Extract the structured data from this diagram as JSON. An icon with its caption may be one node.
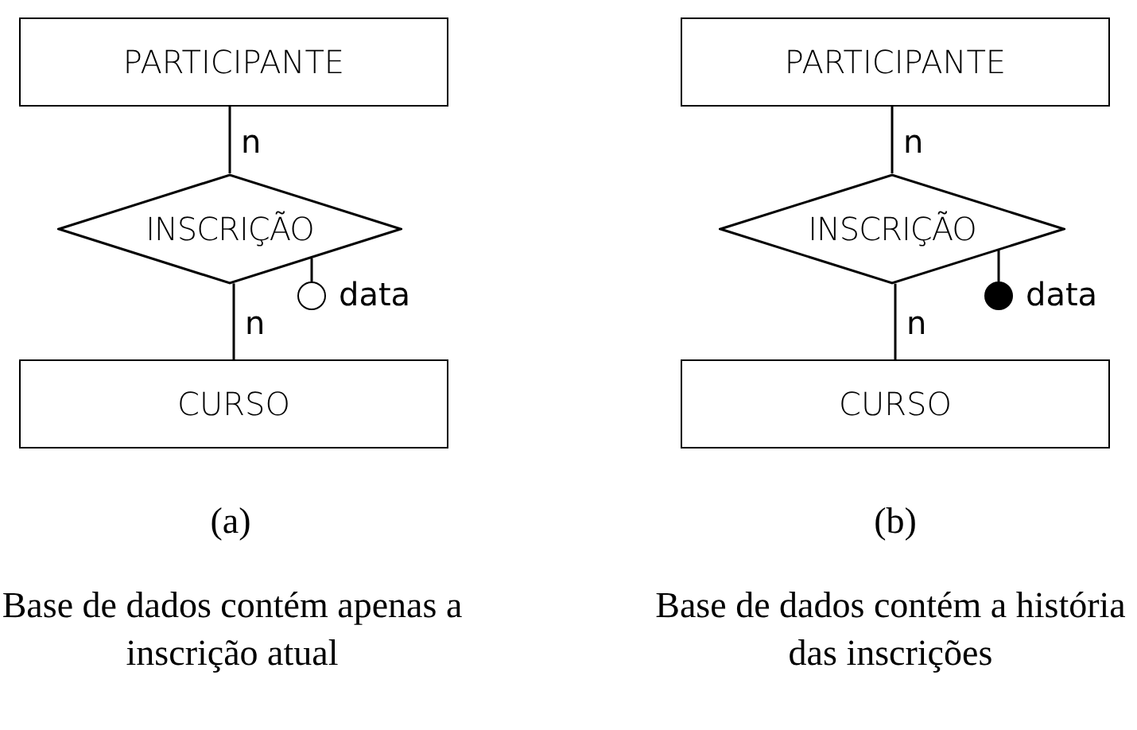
{
  "diagram": {
    "nodes": [
      {
        "text": [
          "PARTICIPANTE"
        ]
      },
      {
        "text": [
          "INSCRIÇÃO"
        ]
      },
      {
        "text": [
          "CURSO"
        ]
      },
      {
        "text": [],
        "shape": "circle",
        "beside": [
          "data"
        ]
      },
      {
        "text": [
          "PARTICIPANTE"
        ]
      },
      {
        "text": [
          "INSCRIÇÃO"
        ]
      },
      {
        "text": [
          "CURSO"
        ]
      },
      {
        "text": [],
        "shape": "dot",
        "beside": [
          "data"
        ]
      }
    ],
    "edges": [
      {
        "from": 0,
        "to": 1,
        "arrow": "none",
        "label": "n"
      },
      {
        "from": 1,
        "to": 2,
        "arrow": "none",
        "label": "n"
      },
      {
        "from": 1,
        "to": 3,
        "arrow": "none"
      },
      {
        "from": 4,
        "to": 5,
        "arrow": "none",
        "label": "n"
      },
      {
        "from": 5,
        "to": 6,
        "arrow": "none",
        "label": "n"
      },
      {
        "from": 5,
        "to": 7,
        "arrow": "none"
      }
    ],
    "labels": [
      "(a)",
      "(b)",
      "Base de dados contém apenas a inscrição atual",
      "Base de dados contém a história das inscrições"
    ]
  }
}
